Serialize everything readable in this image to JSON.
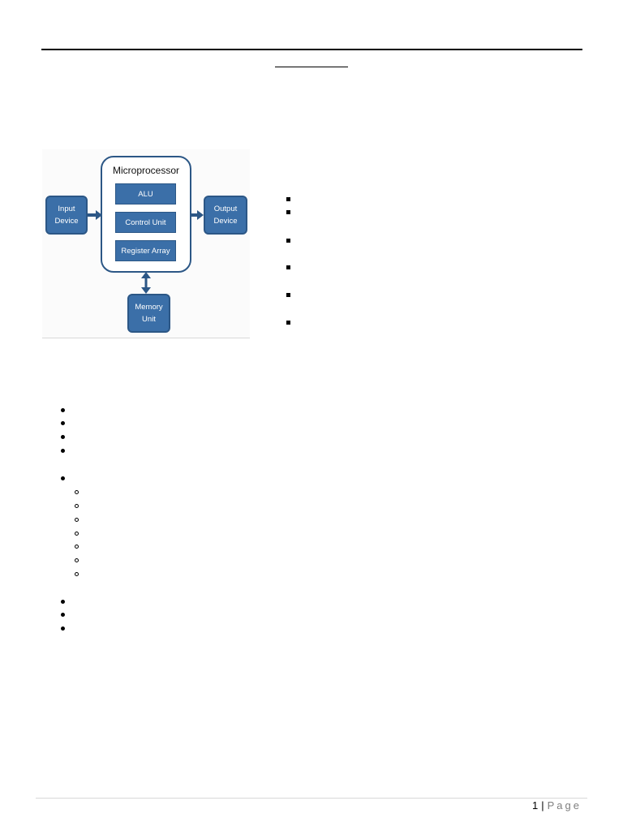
{
  "diagram": {
    "title": "Microprocessor",
    "components": [
      "ALU",
      "Control Unit",
      "Register Array"
    ],
    "input_line1": "Input",
    "input_line2": "Device",
    "output_line1": "Output",
    "output_line2": "Device",
    "memory_line1": "Memory",
    "memory_line2": "Unit"
  },
  "footer": {
    "page_number": "1",
    "separator": "|",
    "page_label": "Page"
  }
}
